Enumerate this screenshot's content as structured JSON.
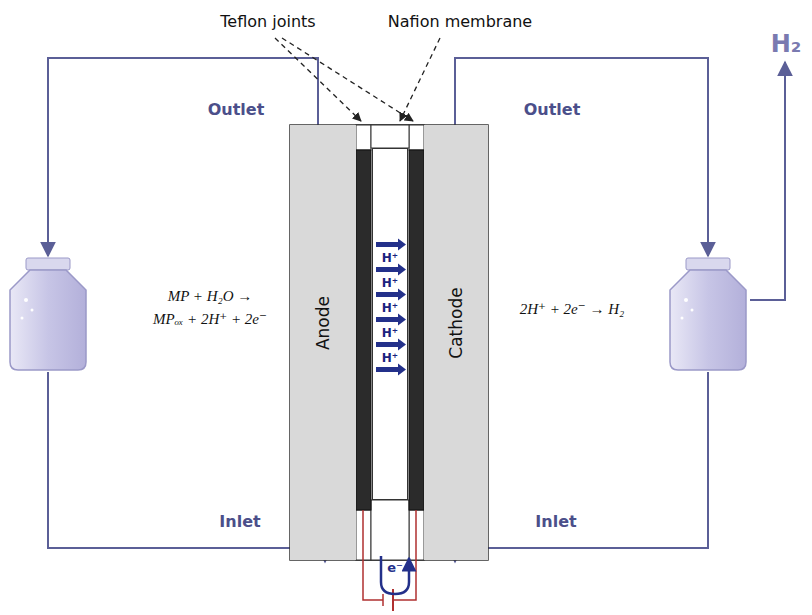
{
  "diagram": {
    "nodes": [
      {
        "text": [
          "Anode"
        ]
      },
      {
        "text": [
          "H⁺",
          "H⁺",
          "H⁺",
          "H⁺",
          "H⁺"
        ]
      },
      {
        "text": [
          "Cathode"
        ]
      }
    ],
    "labels": [
      "Teflon joints",
      "Nafion membrane",
      "Outlet",
      "Outlet",
      "Inlet",
      "Inlet",
      "H₂",
      "MP + H₂O →",
      "MPₒₓ + 2H⁺ + 2e⁻",
      "2H⁺ + 2e⁻ → H₂",
      "e⁻"
    ]
  }
}
